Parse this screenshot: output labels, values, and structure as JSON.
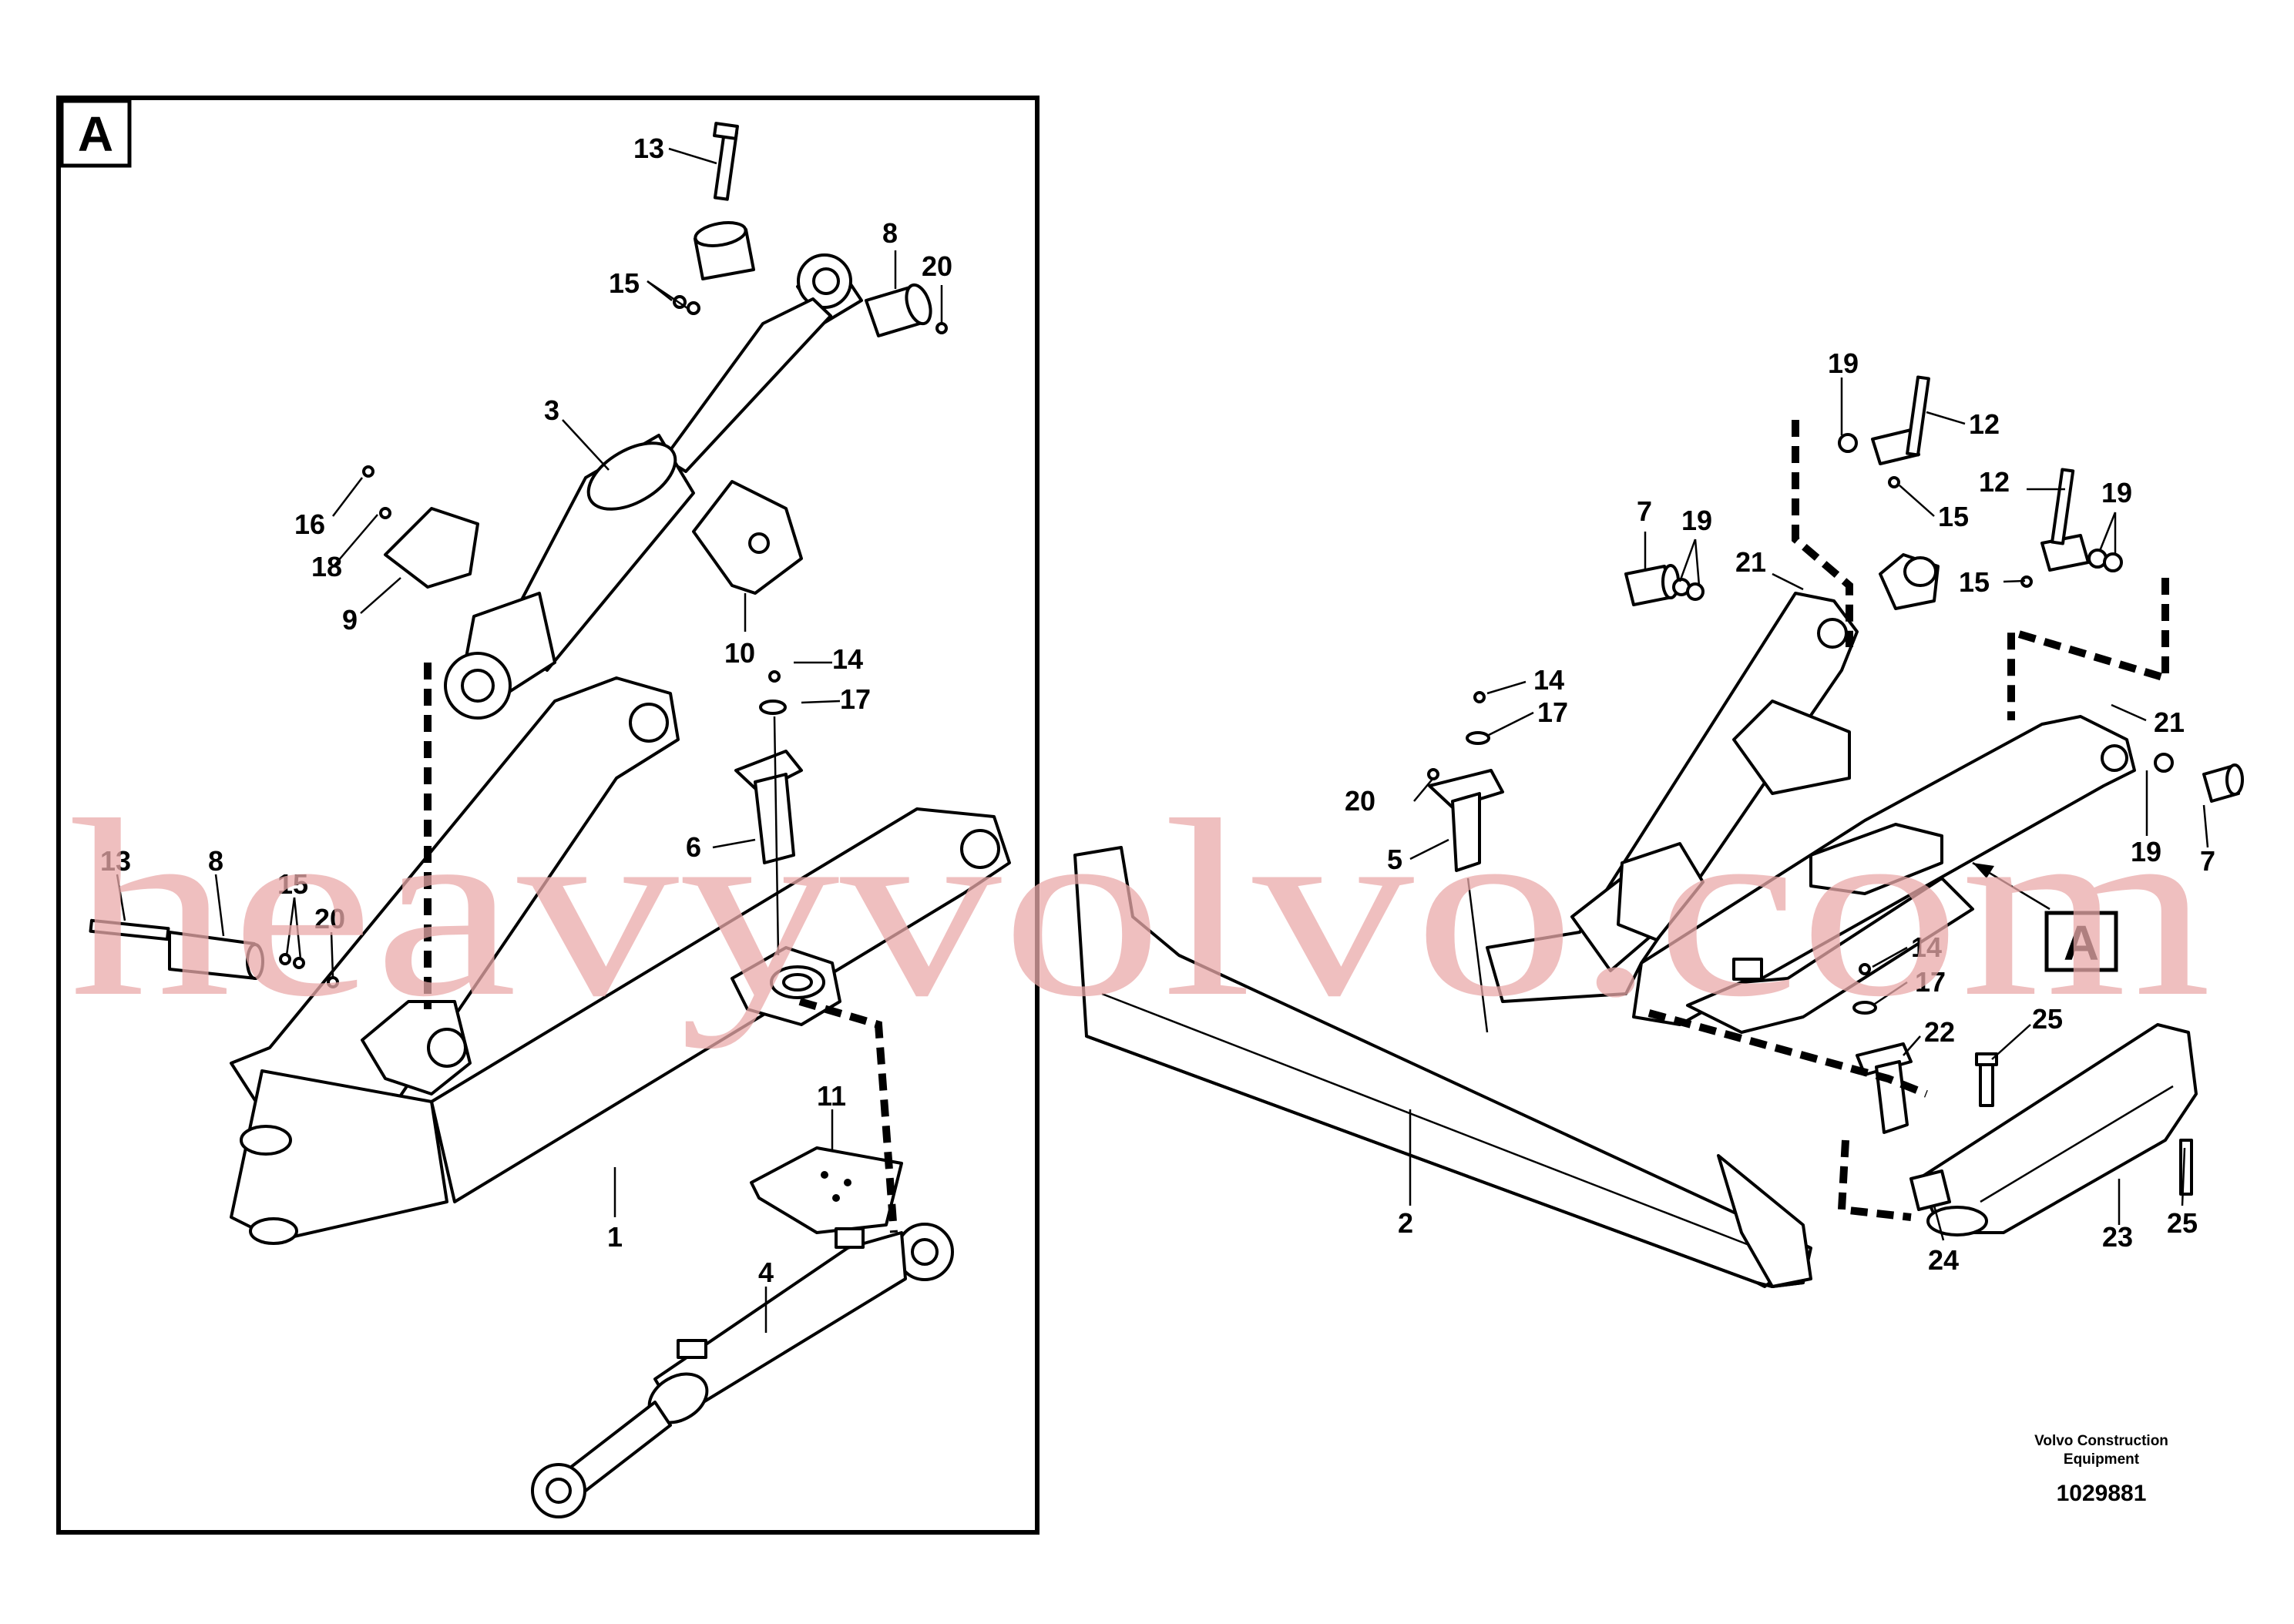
{
  "detail_view": {
    "letter": "A"
  },
  "reference_marker": {
    "letter": "A"
  },
  "callouts_detail": [
    {
      "id": "d13a",
      "label": "13"
    },
    {
      "id": "d15a",
      "label": "15"
    },
    {
      "id": "d8a",
      "label": "8"
    },
    {
      "id": "d20a",
      "label": "20"
    },
    {
      "id": "d3",
      "label": "3"
    },
    {
      "id": "d16",
      "label": "16"
    },
    {
      "id": "d18",
      "label": "18"
    },
    {
      "id": "d9",
      "label": "9"
    },
    {
      "id": "d10",
      "label": "10"
    },
    {
      "id": "d14",
      "label": "14"
    },
    {
      "id": "d17",
      "label": "17"
    },
    {
      "id": "d6",
      "label": "6"
    },
    {
      "id": "d13b",
      "label": "13"
    },
    {
      "id": "d8b",
      "label": "8"
    },
    {
      "id": "d15b",
      "label": "15"
    },
    {
      "id": "d20b",
      "label": "20"
    },
    {
      "id": "d11",
      "label": "11"
    },
    {
      "id": "d1",
      "label": "1"
    },
    {
      "id": "d4",
      "label": "4"
    }
  ],
  "callouts_main": [
    {
      "id": "m19a",
      "label": "19"
    },
    {
      "id": "m12a",
      "label": "12"
    },
    {
      "id": "m15a",
      "label": "15"
    },
    {
      "id": "m7a",
      "label": "7"
    },
    {
      "id": "m19b",
      "label": "19"
    },
    {
      "id": "m21a",
      "label": "21"
    },
    {
      "id": "m12b",
      "label": "12"
    },
    {
      "id": "m19c",
      "label": "19"
    },
    {
      "id": "m15b",
      "label": "15"
    },
    {
      "id": "m14a",
      "label": "14"
    },
    {
      "id": "m17a",
      "label": "17"
    },
    {
      "id": "m20",
      "label": "20"
    },
    {
      "id": "m5",
      "label": "5"
    },
    {
      "id": "m21b",
      "label": "21"
    },
    {
      "id": "m19d",
      "label": "19"
    },
    {
      "id": "m7b",
      "label": "7"
    },
    {
      "id": "m14b",
      "label": "14"
    },
    {
      "id": "m17b",
      "label": "17"
    },
    {
      "id": "m22",
      "label": "22"
    },
    {
      "id": "m25a",
      "label": "25"
    },
    {
      "id": "m2",
      "label": "2"
    },
    {
      "id": "m23",
      "label": "23"
    },
    {
      "id": "m25b",
      "label": "25"
    },
    {
      "id": "m24",
      "label": "24"
    }
  ],
  "footer": {
    "brand_line1": "Volvo Construction",
    "brand_line2": "Equipment",
    "drawing_number": "1029881"
  },
  "watermark": "heavyvolvo.com"
}
